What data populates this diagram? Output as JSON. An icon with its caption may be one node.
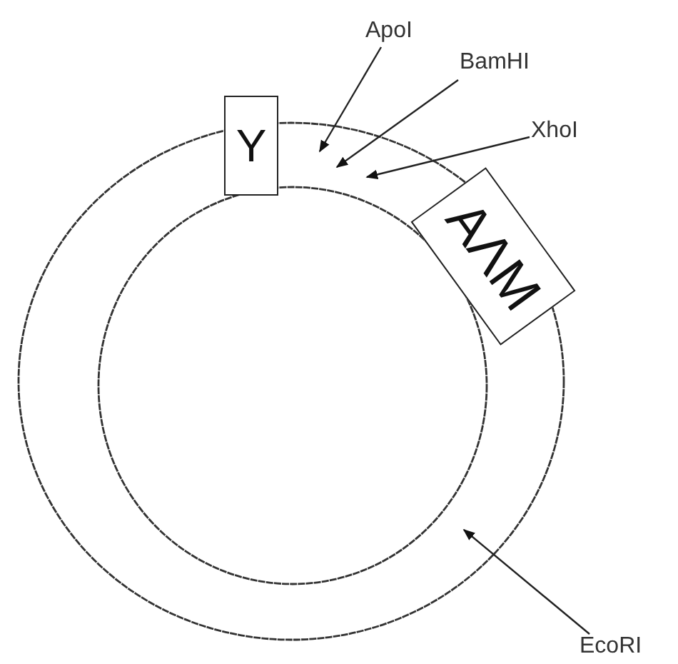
{
  "diagram": {
    "nodes": [
      {
        "text": [
          "Y"
        ]
      },
      {
        "text": [
          "AΛM"
        ]
      },
      {
        "text": [
          "ApoI"
        ]
      },
      {
        "text": [
          "BamHI"
        ]
      },
      {
        "text": [
          "XhoI"
        ]
      },
      {
        "text": [
          "EcoRI"
        ]
      }
    ],
    "edges": [
      {
        "from": 2,
        "to": null,
        "arrow": "to"
      },
      {
        "from": 3,
        "to": null,
        "arrow": "to"
      },
      {
        "from": 4,
        "to": null,
        "arrow": "to"
      },
      {
        "from": 5,
        "to": null,
        "arrow": "to"
      }
    ]
  }
}
